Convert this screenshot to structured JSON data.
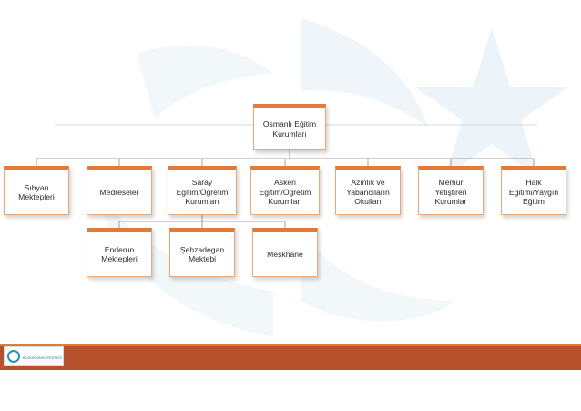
{
  "chart": {
    "root": {
      "label": "Osmanlı Eğitim\nKurumları"
    },
    "level1": [
      {
        "label": "Sıbyan\nMektepleri"
      },
      {
        "label": "Medreseler"
      },
      {
        "label": "Saray\nEğitim/Öğretim\nKurumları"
      },
      {
        "label": "Askeri\nEğitim/Öğretim\nKurumları"
      },
      {
        "label": "Azınlık ve\nYabancıların\nOkulları"
      },
      {
        "label": "Memur\nYetiştiren\nKurumlar"
      },
      {
        "label": "Halk\nEğitimi/Yaygın\nEğitim"
      }
    ],
    "level2": [
      {
        "label": "Enderun\nMektepleri"
      },
      {
        "label": "Şehzadegan\nMektebi"
      },
      {
        "label": "Meşkhane"
      }
    ]
  },
  "footer": {
    "logo_text": "BOZOK ÜNİVERSİTESİ"
  },
  "colors": {
    "accent": "#e37a3a",
    "footer": "#b8522e",
    "watermark": "#e4eef5"
  }
}
